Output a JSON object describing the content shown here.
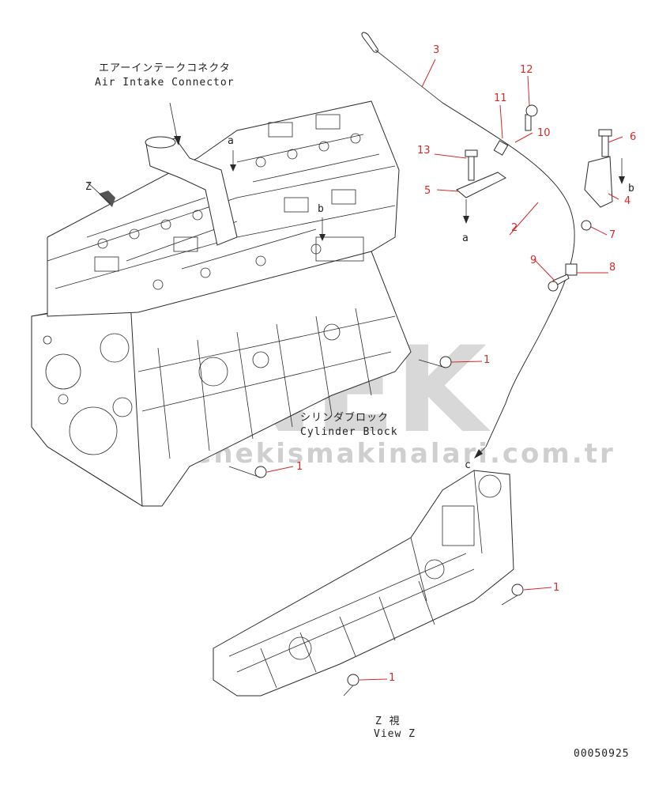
{
  "labels": {
    "air_intake_jp": "エアーインテークコネクタ",
    "air_intake_en": "Air Intake Connector",
    "cylinder_block_jp": "シリンダブロック",
    "cylinder_block_en": "Cylinder Block",
    "view_z_jp": "Z 視",
    "view_z_en": "View Z",
    "view_letter_z": "Z",
    "ref_a": "a",
    "ref_b": "b",
    "ref_c": "c",
    "drawing_number": "00050925"
  },
  "parts": {
    "p1": "1",
    "p2": "2",
    "p3": "3",
    "p4": "4",
    "p5": "5",
    "p6": "6",
    "p7": "7",
    "p8": "8",
    "p9": "9",
    "p10": "10",
    "p11": "11",
    "p12": "12",
    "p13": "13"
  },
  "watermark": {
    "brand": "DENEK",
    "url": "www.denekismakinalari.com.tr"
  },
  "colors": {
    "leader": "#d42a2a",
    "line": "#2a2a2a",
    "watermark": "#d8d8d8"
  }
}
